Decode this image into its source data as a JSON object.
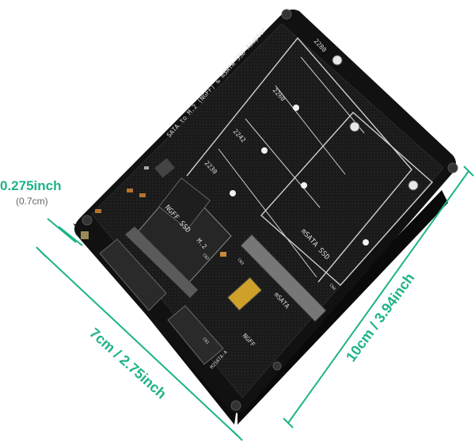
{
  "dimensions": {
    "thickness_label": "0.275inch",
    "thickness_sub": "(0.7cm)",
    "width_label": "7cm / 2.75inch",
    "length_label": "10cm / 3.94inch",
    "accent_color": "#1db38a"
  },
  "board": {
    "title_text": "SATA to M.2 (NGFF) & mSATA SSD Adapter",
    "size_2280_top": "2280",
    "size_2260": "2260",
    "size_2242": "2242",
    "size_2230": "2230",
    "ngff_ssd_label": "NGFF SSD",
    "m2_label": "M.2",
    "msata_ssd_label": "mSATA SSD",
    "msata_switch_label": "mSATA",
    "ngff_switch_label": "NGFF",
    "model_label": "M2SATA-A",
    "cn1": "CN1",
    "cn2": "CN2",
    "cn3": "CN3",
    "cn4": "CN4"
  }
}
